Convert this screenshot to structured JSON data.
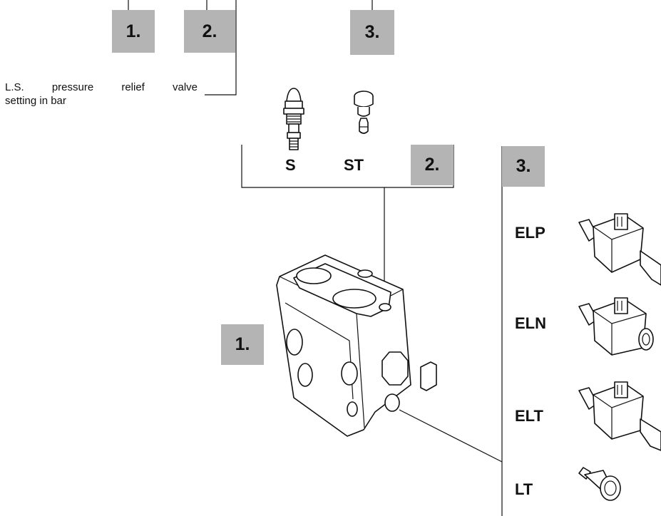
{
  "top_boxes": [
    "1.",
    "2.",
    "3."
  ],
  "note": {
    "line1": "L.S. pressure relief valve",
    "line2": "setting in bar"
  },
  "group2": {
    "box": "2.",
    "options": [
      "S",
      "ST"
    ]
  },
  "group3": {
    "box": "3.",
    "options": [
      "ELP",
      "ELN",
      "ELT",
      "LT"
    ]
  },
  "body_box": "1."
}
